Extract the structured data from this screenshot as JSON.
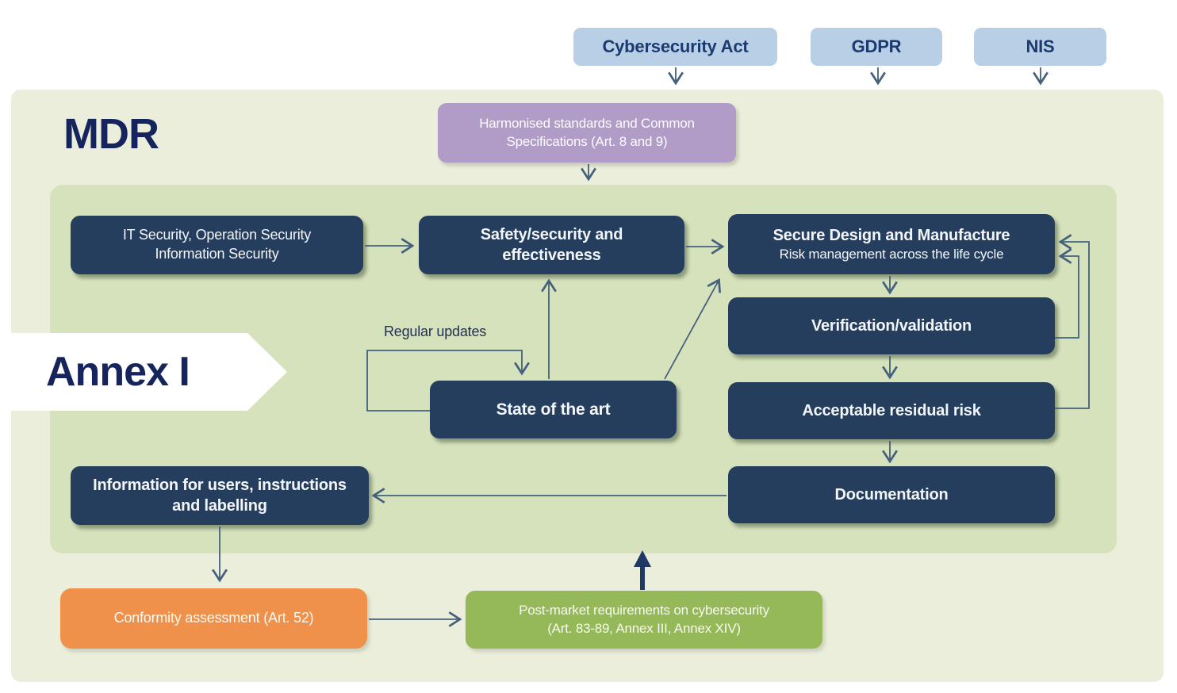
{
  "titles": {
    "mdr": "MDR",
    "annex": "Annex I"
  },
  "external_boxes": {
    "cybersecurity_act": "Cybersecurity Act",
    "gdpr": "GDPR",
    "nis": "NIS"
  },
  "harmonised": {
    "line1": "Harmonised standards and Common",
    "line2": "Specifications (Art. 8 and 9)"
  },
  "boxes": {
    "it_security": {
      "line1": "IT Security, Operation Security",
      "line2": "Information Security"
    },
    "safety": {
      "line1": "Safety/security and",
      "line2": "effectiveness"
    },
    "secure_design": {
      "title": "Secure Design and Manufacture",
      "subtitle": "Risk management across the life cycle"
    },
    "verification": "Verification/validation",
    "residual_risk": "Acceptable residual risk",
    "state_of_the_art": "State of the art",
    "documentation": "Documentation",
    "info_users": {
      "line1": "Information for users, instructions",
      "line2": "and labelling"
    },
    "conformity": "Conformity assessment (Art. 52)",
    "post_market": {
      "line1": "Post-market requirements on cybersecurity",
      "line2": "(Art. 83-89, Annex III, Annex XIV)"
    }
  },
  "annotations": {
    "regular_updates": "Regular updates"
  },
  "colors": {
    "navy_box": "#263e5d",
    "light_blue_box": "#b9cfe6",
    "purple_box": "#b19bc7",
    "orange_box": "#f0914b",
    "green_box": "#95b958",
    "outer_panel": "#ebeeda",
    "inner_panel": "#d6e2bb",
    "arrow": "#44607c",
    "thick_arrow": "#1e3a64",
    "title_text": "#16245e"
  }
}
